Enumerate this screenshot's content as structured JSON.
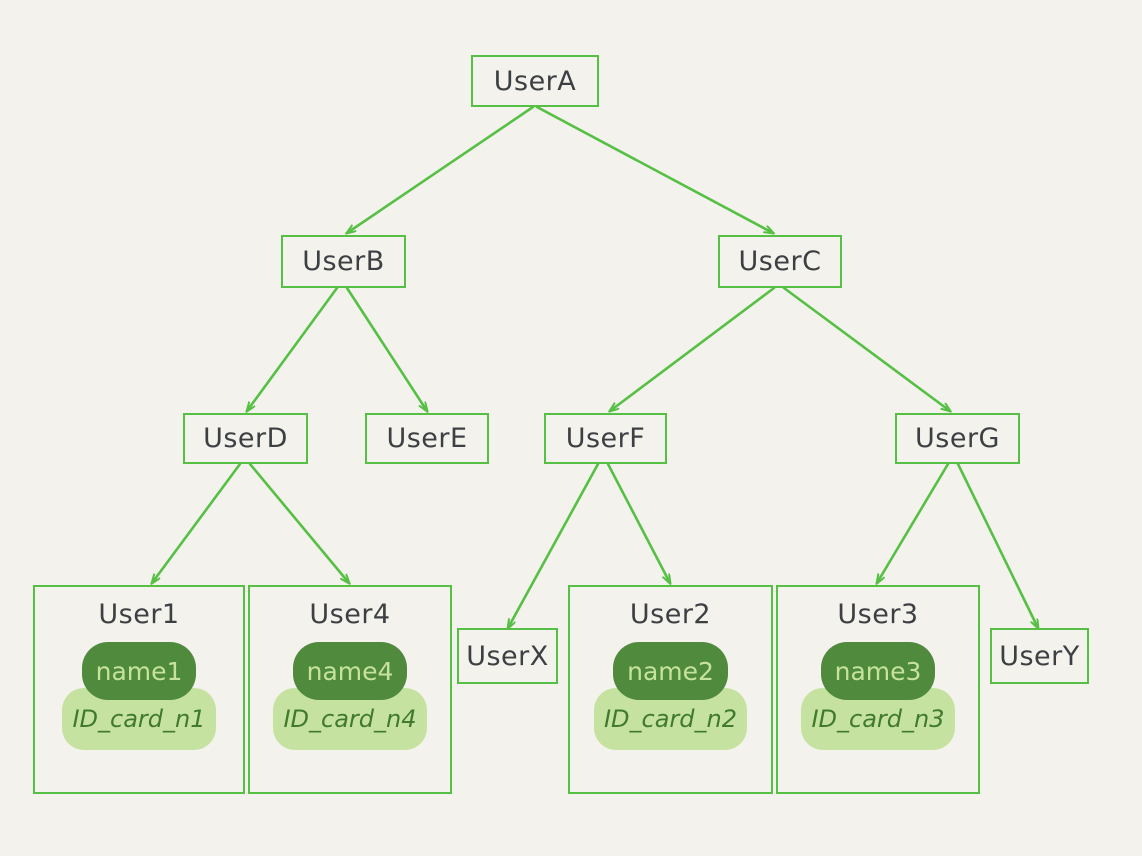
{
  "diagram": {
    "type": "tree-hierarchy",
    "title": "",
    "background_color": "#f4f2ed",
    "node_border_color": "#56c045",
    "edge_color": "#56c045",
    "label_text_color": "#3c4043",
    "name_pill_bg": "#4f8a3d",
    "name_pill_text": "#c7e39b",
    "idcard_pill_bg": "#c6e2a0",
    "idcard_pill_text": "#3f7a2e"
  },
  "nodes": {
    "userA": {
      "label": "UserA"
    },
    "userB": {
      "label": "UserB"
    },
    "userC": {
      "label": "UserC"
    },
    "userD": {
      "label": "UserD"
    },
    "userE": {
      "label": "UserE"
    },
    "userF": {
      "label": "UserF"
    },
    "userG": {
      "label": "UserG"
    },
    "userX": {
      "label": "UserX"
    },
    "userY": {
      "label": "UserY"
    },
    "user1": {
      "label": "User1",
      "name": "name1",
      "id_card": "ID_card_n1"
    },
    "user4": {
      "label": "User4",
      "name": "name4",
      "id_card": "ID_card_n4"
    },
    "user2": {
      "label": "User2",
      "name": "name2",
      "id_card": "ID_card_n2"
    },
    "user3": {
      "label": "User3",
      "name": "name3",
      "id_card": "ID_card_n3"
    }
  },
  "edges": [
    {
      "from": "UserA",
      "to": "UserB"
    },
    {
      "from": "UserA",
      "to": "UserC"
    },
    {
      "from": "UserB",
      "to": "UserD"
    },
    {
      "from": "UserB",
      "to": "UserE"
    },
    {
      "from": "UserC",
      "to": "UserF"
    },
    {
      "from": "UserC",
      "to": "UserG"
    },
    {
      "from": "UserD",
      "to": "User1"
    },
    {
      "from": "UserD",
      "to": "User4"
    },
    {
      "from": "UserF",
      "to": "UserX"
    },
    {
      "from": "UserF",
      "to": "User2"
    },
    {
      "from": "UserG",
      "to": "User3"
    },
    {
      "from": "UserG",
      "to": "UserY"
    }
  ]
}
